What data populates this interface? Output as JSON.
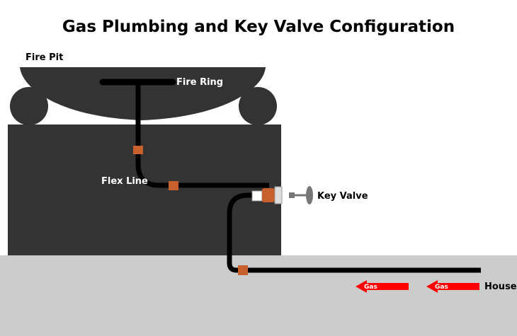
{
  "title": "Gas Plumbing and Key Valve Configuration",
  "labels": {
    "fire_pit": "Fire Pit",
    "fire_ring": "Fire Ring",
    "flex_line": "Flex Line",
    "key_valve": "Key Valve",
    "house": "House"
  },
  "gas_arrows": [
    "Gas",
    "Gas"
  ],
  "colors": {
    "pit_body": "#333333",
    "ground": "#cccccc",
    "pipe": "#000000",
    "fitting": "#c8602e",
    "arrow": "#ff0000",
    "valve_stem": "#777777"
  }
}
